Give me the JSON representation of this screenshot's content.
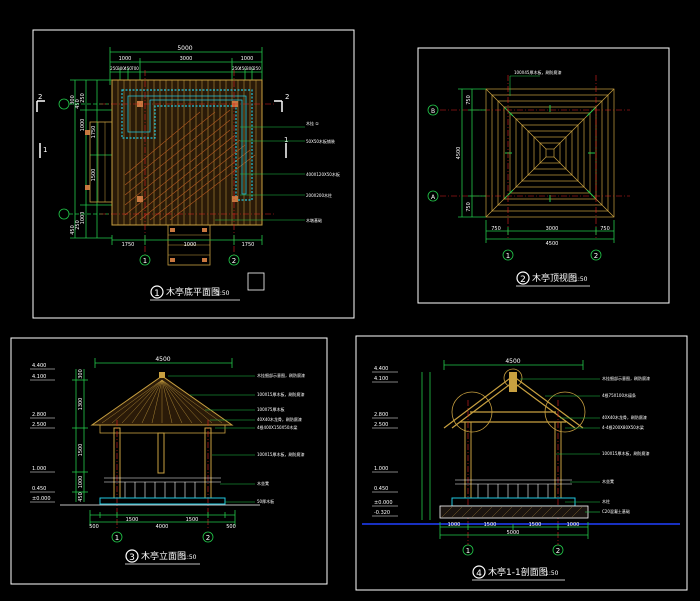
{
  "drawings": {
    "plan": {
      "label": "木亭底平面图",
      "scale": "1:50",
      "number": "1",
      "dims_top": [
        "5000",
        "1000",
        "3000",
        "1000"
      ],
      "dims_top_small": [
        "250",
        "300",
        "450",
        "700",
        "250",
        "450",
        "300",
        "250"
      ],
      "dims_left": [
        "300",
        "450",
        "1000",
        "250",
        "1750",
        "1500",
        "1000",
        "250",
        "450"
      ],
      "dims_bottom": [
        "1750",
        "1000",
        "1750"
      ],
      "axis_marks": [
        "1",
        "2"
      ],
      "section_marks": [
        "1",
        "2"
      ],
      "notes": [
        "木挂 ①",
        "50X50木板铺装",
        "400X120X50木板",
        "200X200木柱",
        "木墩基础"
      ]
    },
    "roof": {
      "label": "木亭顶视图",
      "scale": "1:50",
      "number": "2",
      "top_note": "100X45厚木板，刷防腐漆",
      "dims_left": [
        "750",
        "4500",
        "750"
      ],
      "dims_bottom": [
        "750",
        "3000",
        "750",
        "4500"
      ],
      "axis_marks": [
        "1",
        "2"
      ],
      "row_marks": [
        "B",
        "A"
      ]
    },
    "elevation": {
      "label": "木亭立面图",
      "scale": "1:50",
      "number": "3",
      "top_dim": "4500",
      "levels": [
        "4.400",
        "4.100",
        "2.800",
        "2.500",
        "1.000",
        "0.450",
        "±0.000"
      ],
      "dims_right_vertical": [
        "300",
        "1300",
        "1500",
        "1000",
        "450"
      ],
      "dims_bottom": [
        "500",
        "1500",
        "4000",
        "1500",
        "500"
      ],
      "axis_marks": [
        "1",
        "2"
      ],
      "notes": [
        "木挂细部示意图，刷防腐漆",
        "100X15厚木板，刷防腐漆",
        "100X75厚木板",
        "40X40木龙骨，刷防腐漆",
        "4根400X150X50木梁",
        "100X15厚木板，刷防腐漆",
        "木坐凳",
        "50厚木板"
      ]
    },
    "section": {
      "label": "木亭1-1剖面图",
      "scale": "1:50",
      "number": "4",
      "top_dim": "4500",
      "levels": [
        "4.400",
        "4.100",
        "2.800",
        "2.500",
        "1.000",
        "0.450",
        "±0.000",
        "-0.320"
      ],
      "dims_bottom": [
        "1000",
        "1500",
        "1500",
        "1000",
        "5000"
      ],
      "axis_marks": [
        "1",
        "2"
      ],
      "notes": [
        "木挂细部示意图，刷防腐漆",
        "4根75X100木檩条",
        "40X40木龙骨，刷防腐漆",
        "4-4根200X80X50木梁",
        "100X15厚木板，刷防腐漆",
        "木坐凳",
        "木柱",
        "C20混凝土基础"
      ]
    }
  },
  "colors": {
    "background": "#000000",
    "frame": "#ffffff",
    "dimension": "#22c84a",
    "wood": "#c8a040",
    "centerline": "#e02020",
    "cyan": "#20c8e0",
    "blue": "#2040ff",
    "white": "#ffffff"
  }
}
